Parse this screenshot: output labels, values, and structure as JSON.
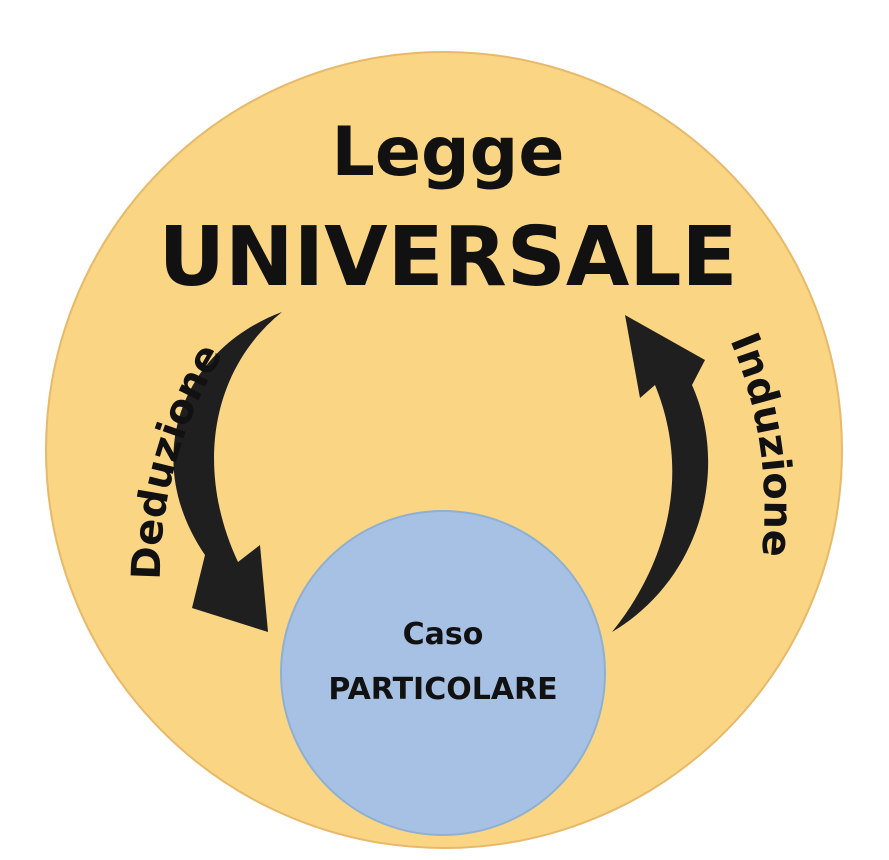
{
  "diagram": {
    "universal": {
      "line1": "Legge",
      "line2": "UNIVERSALE",
      "fill": "#FAD584"
    },
    "particular": {
      "line1": "Caso",
      "line2": "PARTICOLARE",
      "fill": "#A6C1E4",
      "stroke": "#7FA0C4"
    },
    "arrows": {
      "left_label": "Deduzione",
      "right_label": "Induzione",
      "color": "#1f1f1f"
    }
  }
}
